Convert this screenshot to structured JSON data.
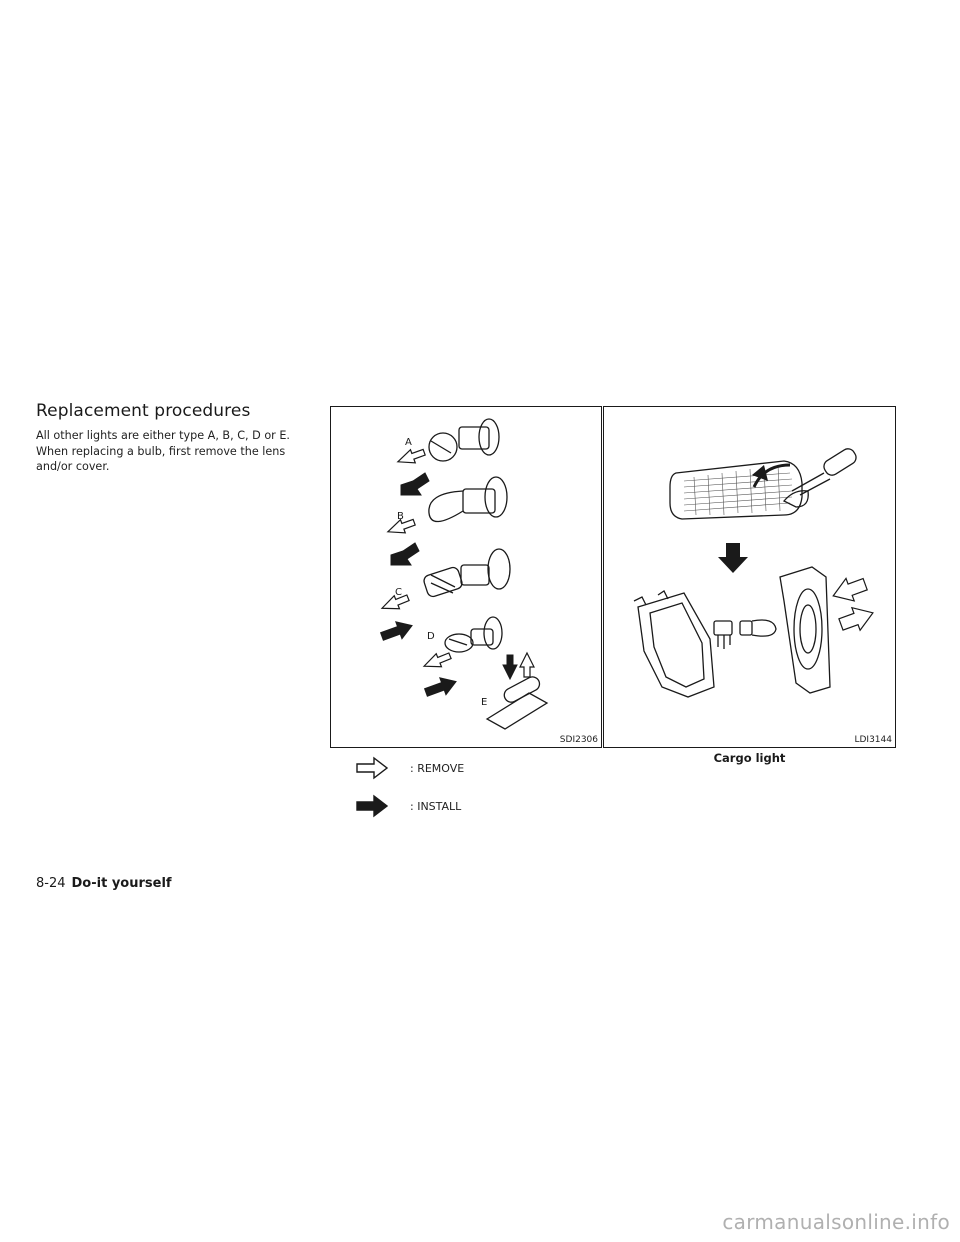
{
  "section": {
    "heading": "Replacement procedures",
    "body": "All other lights are either type A, B, C, D or E. When replacing a bulb, first remove the lens and/or cover."
  },
  "figure_bulbs": {
    "labels": [
      "A",
      "B",
      "C",
      "D",
      "E"
    ],
    "code": "SDI2306"
  },
  "figure_cargo": {
    "code": "LDI3144",
    "caption": "Cargo light"
  },
  "legend": {
    "remove": ": REMOVE",
    "install": ": INSTALL"
  },
  "footer": {
    "page_number": "8-24",
    "section_title": "Do-it yourself"
  },
  "watermark": "carmanualsonline.info"
}
